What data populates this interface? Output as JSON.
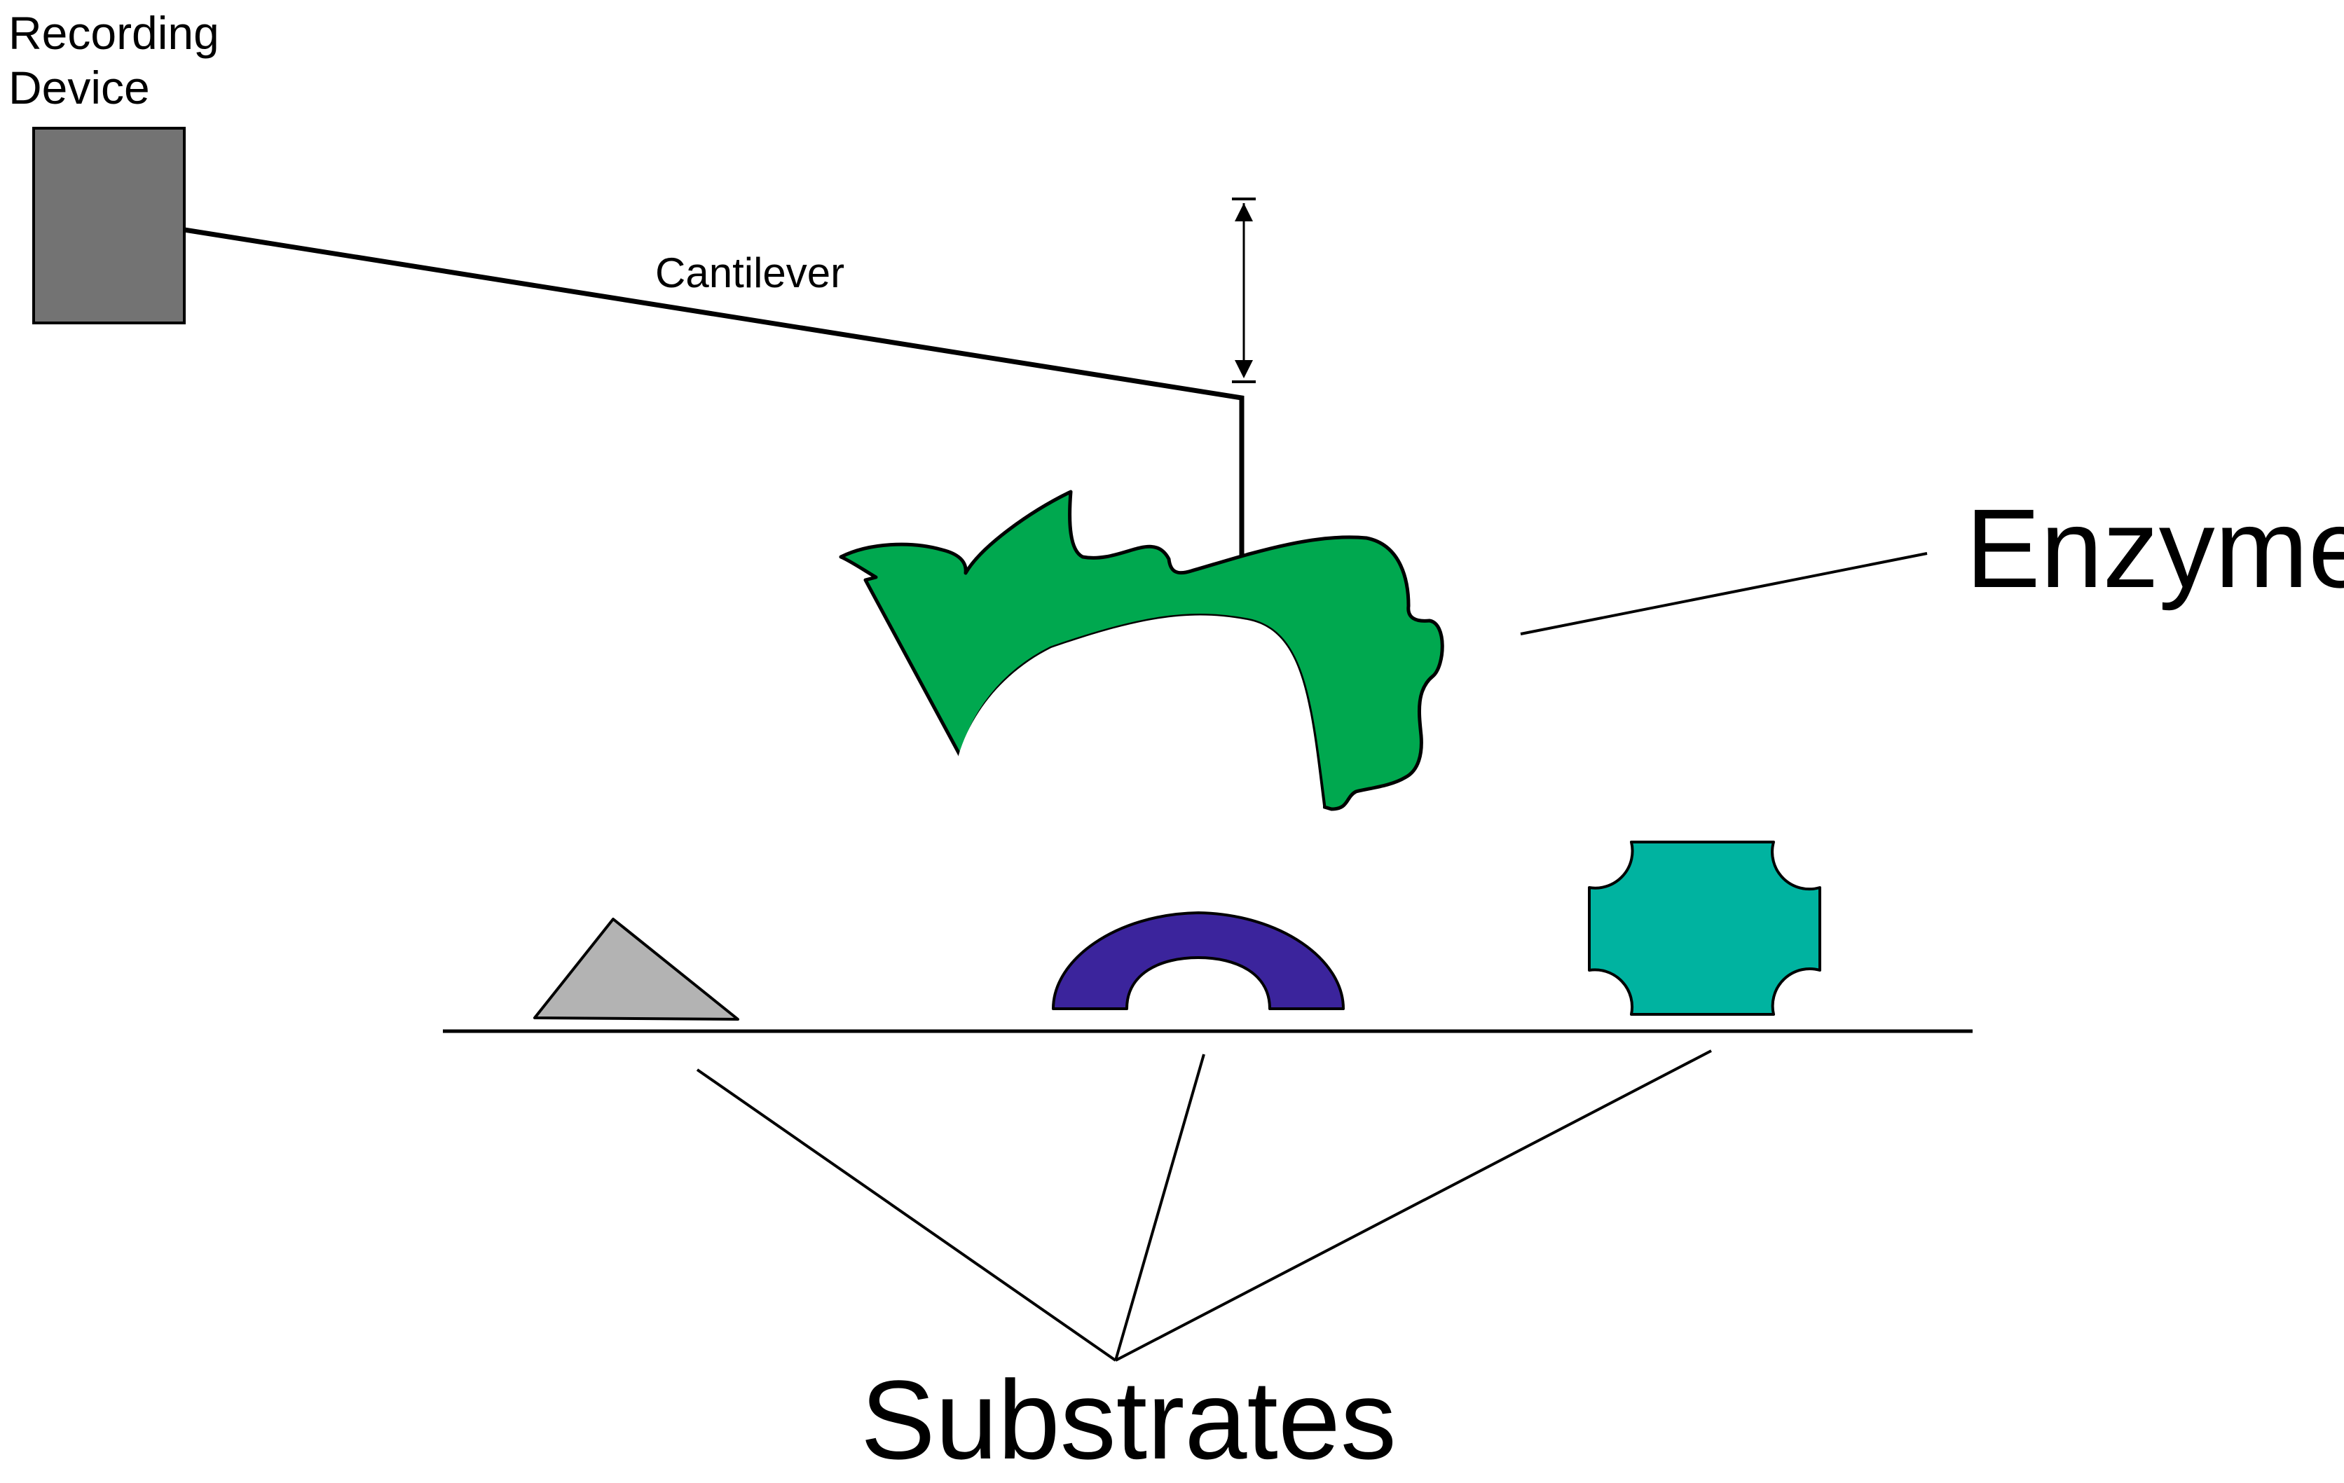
{
  "labels": {
    "recording_device_line1": "Recording",
    "recording_device_line2": "Device",
    "cantilever": "Cantilever",
    "enzyme": "Enzyme",
    "substrates": "Substrates"
  },
  "colors": {
    "recording_device": "#737373",
    "enzyme": "#00a84f",
    "substrate_triangle": "#b3b3b3",
    "substrate_arc": "#3b249c",
    "substrate_octagon": "#00b3a0",
    "line": "#000000",
    "background": "#ffffff"
  },
  "icons": {
    "deflection_arrow": "double-headed-vertical-arrow"
  }
}
